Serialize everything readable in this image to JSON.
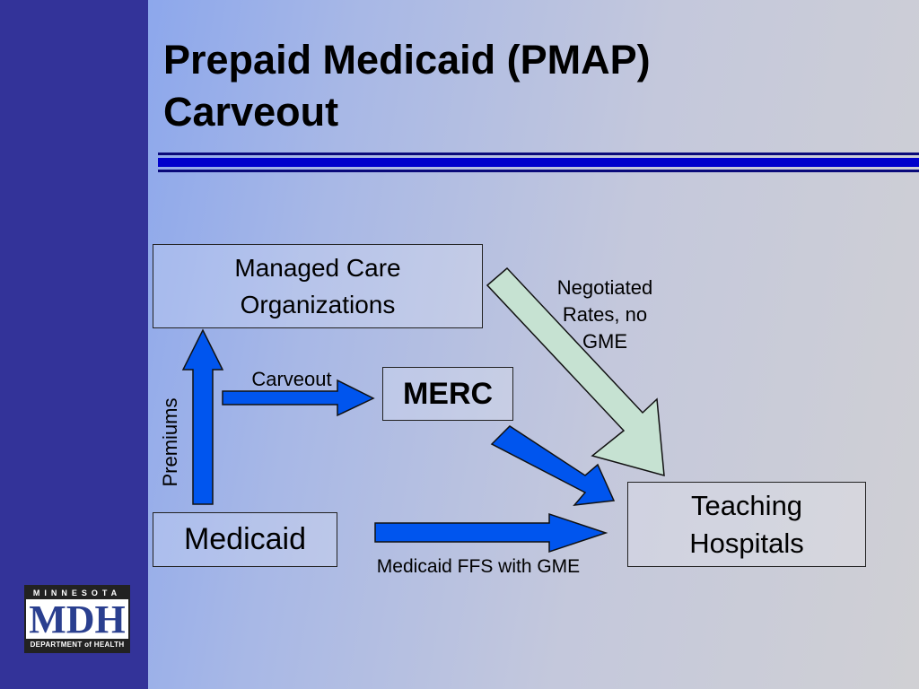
{
  "slide": {
    "title_line1": "Prepaid Medicaid (PMAP)",
    "title_line2": "Carveout"
  },
  "diagram": {
    "nodes": {
      "mco_line1": "Managed Care",
      "mco_line2": "Organizations",
      "merc": "MERC",
      "medicaid": "Medicaid",
      "teaching_line1": "Teaching",
      "teaching_line2": "Hospitals"
    },
    "labels": {
      "carveout": "Carveout",
      "negotiated_line1": "Negotiated",
      "negotiated_line2": "Rates, no",
      "negotiated_line3": "GME",
      "premiums": "Premiums",
      "medicaid_ffs": "Medicaid FFS with GME"
    },
    "colors": {
      "arrow_fill": "#0055ee",
      "arrow_fill_light": "#c6e2d2",
      "sidebar": "#333399",
      "rule": "#0000cc"
    }
  },
  "logo": {
    "top_text": "MINNESOTA",
    "main_text": "MDH",
    "bottom_text": "DEPARTMENT of HEALTH"
  }
}
